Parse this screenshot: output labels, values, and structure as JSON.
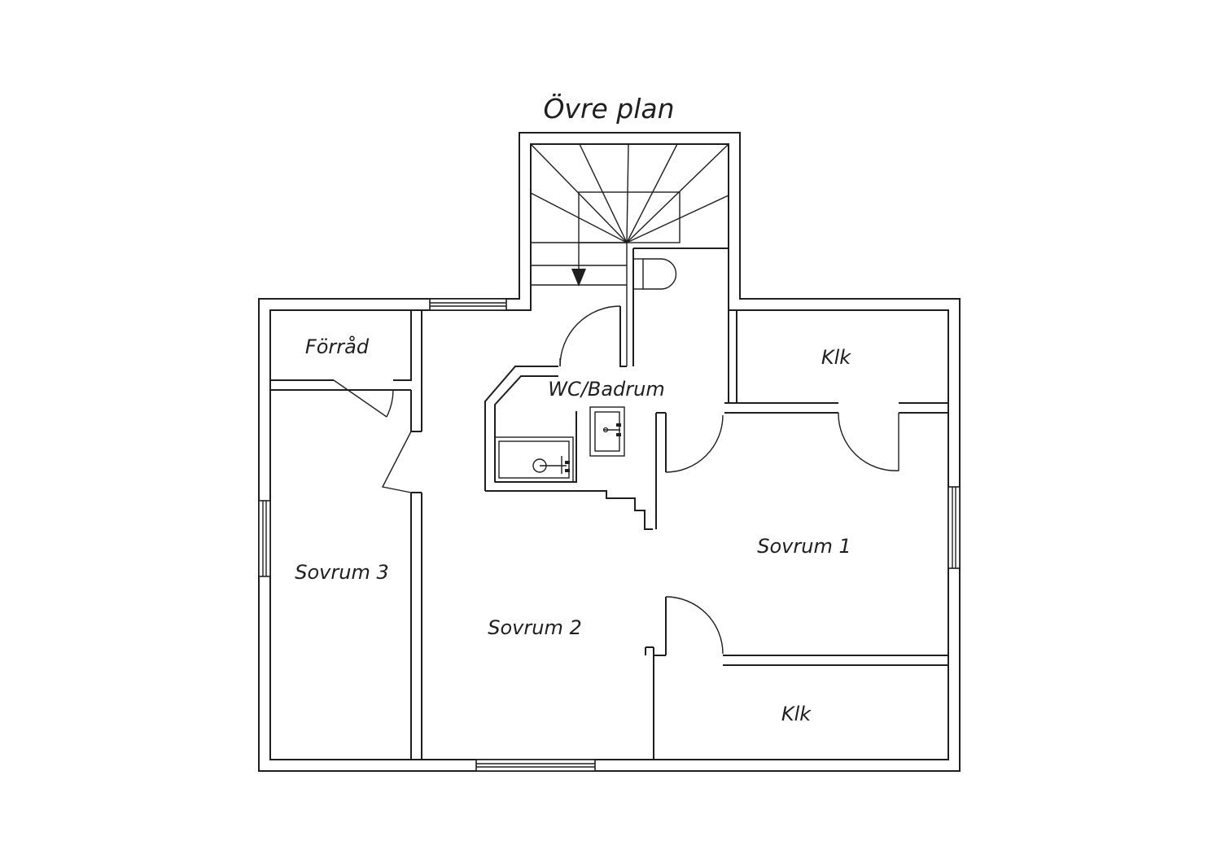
{
  "title": "Övre plan",
  "rooms": {
    "forrad": "Förråd",
    "wc": "WC/Badrum",
    "klk_top": "Klk",
    "sovrum1": "Sovrum 1",
    "sovrum2": "Sovrum 2",
    "sovrum3": "Sovrum 3",
    "klk_bottom": "Klk"
  },
  "colors": {
    "line": "#1f1f1f",
    "background": "#ffffff"
  }
}
